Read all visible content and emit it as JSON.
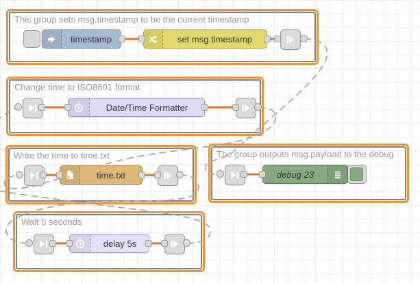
{
  "app": "node-red-flow-editor",
  "groups": [
    {
      "label": "This group sets msg.timestamp to be the current timestamp"
    },
    {
      "label": "Change time to ISO8601 format"
    },
    {
      "label": "Write the time to time.txt"
    },
    {
      "label": "The group outputs msg.payload to the debug"
    },
    {
      "label": "Wait 5 seconds"
    }
  ],
  "nodes": {
    "inject": {
      "label": "timestamp",
      "color": "#a6bbcf",
      "icon": "inject-arrow-icon"
    },
    "change": {
      "label": "set msg.timestamp",
      "color": "#e2d96e",
      "icon": "shuffle-icon"
    },
    "formatter": {
      "label": "Date/Time Formatter",
      "color": "#e0daf3",
      "icon": "clock-icon"
    },
    "file": {
      "label": "time.txt",
      "color": "#deb877",
      "icon": "file-icon"
    },
    "debug": {
      "label": "debug 23",
      "color": "#87a980",
      "icon": "debug-list-icon"
    },
    "delay": {
      "label": "delay 5s",
      "color": "#e6e0f8",
      "icon": "timer-icon"
    }
  },
  "colors": {
    "group_border": "#e8953c",
    "group_inner_border": "#808080",
    "wire": "#d9782a",
    "link_wire": "#a8a8a8",
    "grid": "#eeeeee",
    "port": "#d9d9d9",
    "group_label": "#9a9a9a",
    "node_label": "#333333"
  }
}
